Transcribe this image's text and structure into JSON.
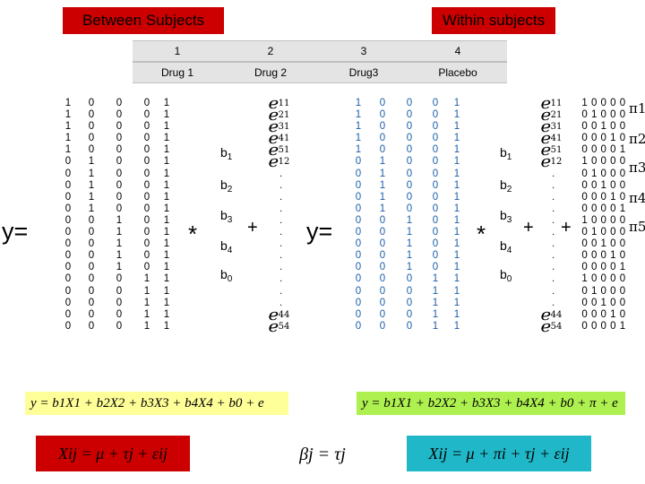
{
  "headers": {
    "between": "Between Subjects",
    "within": "Within subjects",
    "numbers": [
      "1",
      "2",
      "3",
      "4"
    ],
    "conditions": [
      "Drug 1",
      "Drug 2",
      "Drug3",
      "Placebo"
    ]
  },
  "colors": {
    "banner_red": "#cc0000",
    "header_gray": "#e4e4e4",
    "left_eq_yellow": "#ffff99",
    "right_eq_green": "#aef04f",
    "formula_left_bg": "#cc0000",
    "formula_right_bg": "#20b8c8",
    "blue_matrix": "#1a5fa8"
  },
  "left": {
    "y_label": "y=",
    "x1": [
      "1",
      "1",
      "1",
      "1",
      "1",
      "0",
      "0",
      "0",
      "0",
      "0",
      "0",
      "0",
      "0",
      "0",
      "0",
      "0",
      "0",
      "0",
      "0",
      "0"
    ],
    "x2": [
      "0",
      "0",
      "0",
      "0",
      "0",
      "1",
      "1",
      "1",
      "1",
      "1",
      "0",
      "0",
      "0",
      "0",
      "0",
      "0",
      "0",
      "0",
      "0",
      "0"
    ],
    "x3": [
      "0",
      "0",
      "0",
      "0",
      "0",
      "0",
      "0",
      "0",
      "0",
      "0",
      "1",
      "1",
      "1",
      "1",
      "1",
      "0",
      "0",
      "0",
      "0",
      "0"
    ],
    "x4": [
      "0",
      "0",
      "0",
      "0",
      "0",
      "0",
      "0",
      "0",
      "0",
      "0",
      "0",
      "0",
      "0",
      "0",
      "0",
      "1",
      "1",
      "1",
      "1",
      "1"
    ],
    "x0": [
      "1",
      "1",
      "1",
      "1",
      "1",
      "1",
      "1",
      "1",
      "1",
      "1",
      "1",
      "1",
      "1",
      "1",
      "1",
      "1",
      "1",
      "1",
      "1",
      "1"
    ],
    "b": [
      "b1",
      "b2",
      "b3",
      "b4",
      "b0"
    ],
    "times": "*",
    "plus": "+",
    "errors": [
      "e11",
      "e21",
      "e31",
      "e41",
      "e51",
      "e12",
      ".",
      ".",
      ".",
      ".",
      ".",
      ".",
      ".",
      ".",
      ".",
      ".",
      ".",
      ".",
      "e44",
      "e54"
    ],
    "equation": "y = b1X1 + b2X2 + b3X3 + b4X4 + b0 + e",
    "formula": "Xij = μ + τj + εij"
  },
  "right": {
    "y_label": "y=",
    "x1": [
      "1",
      "1",
      "1",
      "1",
      "1",
      "0",
      "0",
      "0",
      "0",
      "0",
      "0",
      "0",
      "0",
      "0",
      "0",
      "0",
      "0",
      "0",
      "0",
      "0"
    ],
    "x2": [
      "0",
      "0",
      "0",
      "0",
      "0",
      "1",
      "1",
      "1",
      "1",
      "1",
      "0",
      "0",
      "0",
      "0",
      "0",
      "0",
      "0",
      "0",
      "0",
      "0"
    ],
    "x3": [
      "0",
      "0",
      "0",
      "0",
      "0",
      "0",
      "0",
      "0",
      "0",
      "0",
      "1",
      "1",
      "1",
      "1",
      "1",
      "0",
      "0",
      "0",
      "0",
      "0"
    ],
    "x4": [
      "0",
      "0",
      "0",
      "0",
      "0",
      "0",
      "0",
      "0",
      "0",
      "0",
      "0",
      "0",
      "0",
      "0",
      "0",
      "1",
      "1",
      "1",
      "1",
      "1"
    ],
    "x0": [
      "1",
      "1",
      "1",
      "1",
      "1",
      "1",
      "1",
      "1",
      "1",
      "1",
      "1",
      "1",
      "1",
      "1",
      "1",
      "1",
      "1",
      "1",
      "1",
      "1"
    ],
    "b": [
      "b1",
      "b2",
      "b3",
      "b4",
      "b0"
    ],
    "times": "*",
    "plus1": "+",
    "plus2": "+",
    "errors": [
      "e11",
      "e21",
      "e31",
      "e41",
      "e51",
      "e12",
      ".",
      ".",
      ".",
      ".",
      ".",
      ".",
      ".",
      ".",
      ".",
      ".",
      ".",
      ".",
      "e44",
      "e54"
    ],
    "subject_matrix": [
      "1 0 0 0 0",
      "0 1 0 0 0",
      "0 0 1 0 0",
      "0 0 0 1 0",
      "0 0 0 0 1",
      "1 0 0 0 0",
      "0 1 0 0 0",
      "0 0 1 0 0",
      "0 0 0 1 0",
      "0 0 0 0 1",
      "1 0 0 0 0",
      "0 1 0 0 0",
      "0 0 1 0 0",
      "0 0 0 1 0",
      "0 0 0 0 1",
      "1 0 0 0 0",
      "0 1 0 0 0",
      "0 0 1 0 0",
      "0 0 0 1 0",
      "0 0 0 0 1"
    ],
    "pi_labels": [
      "π1",
      "π2",
      "π3",
      "π4",
      "π5"
    ],
    "equation": "y = b1X1 + b2X2 + b3X3 + b4X4 + b0 + π + e",
    "formula": "Xij = μ + πi + τj + εij"
  },
  "middle_formula": "βj = τj"
}
